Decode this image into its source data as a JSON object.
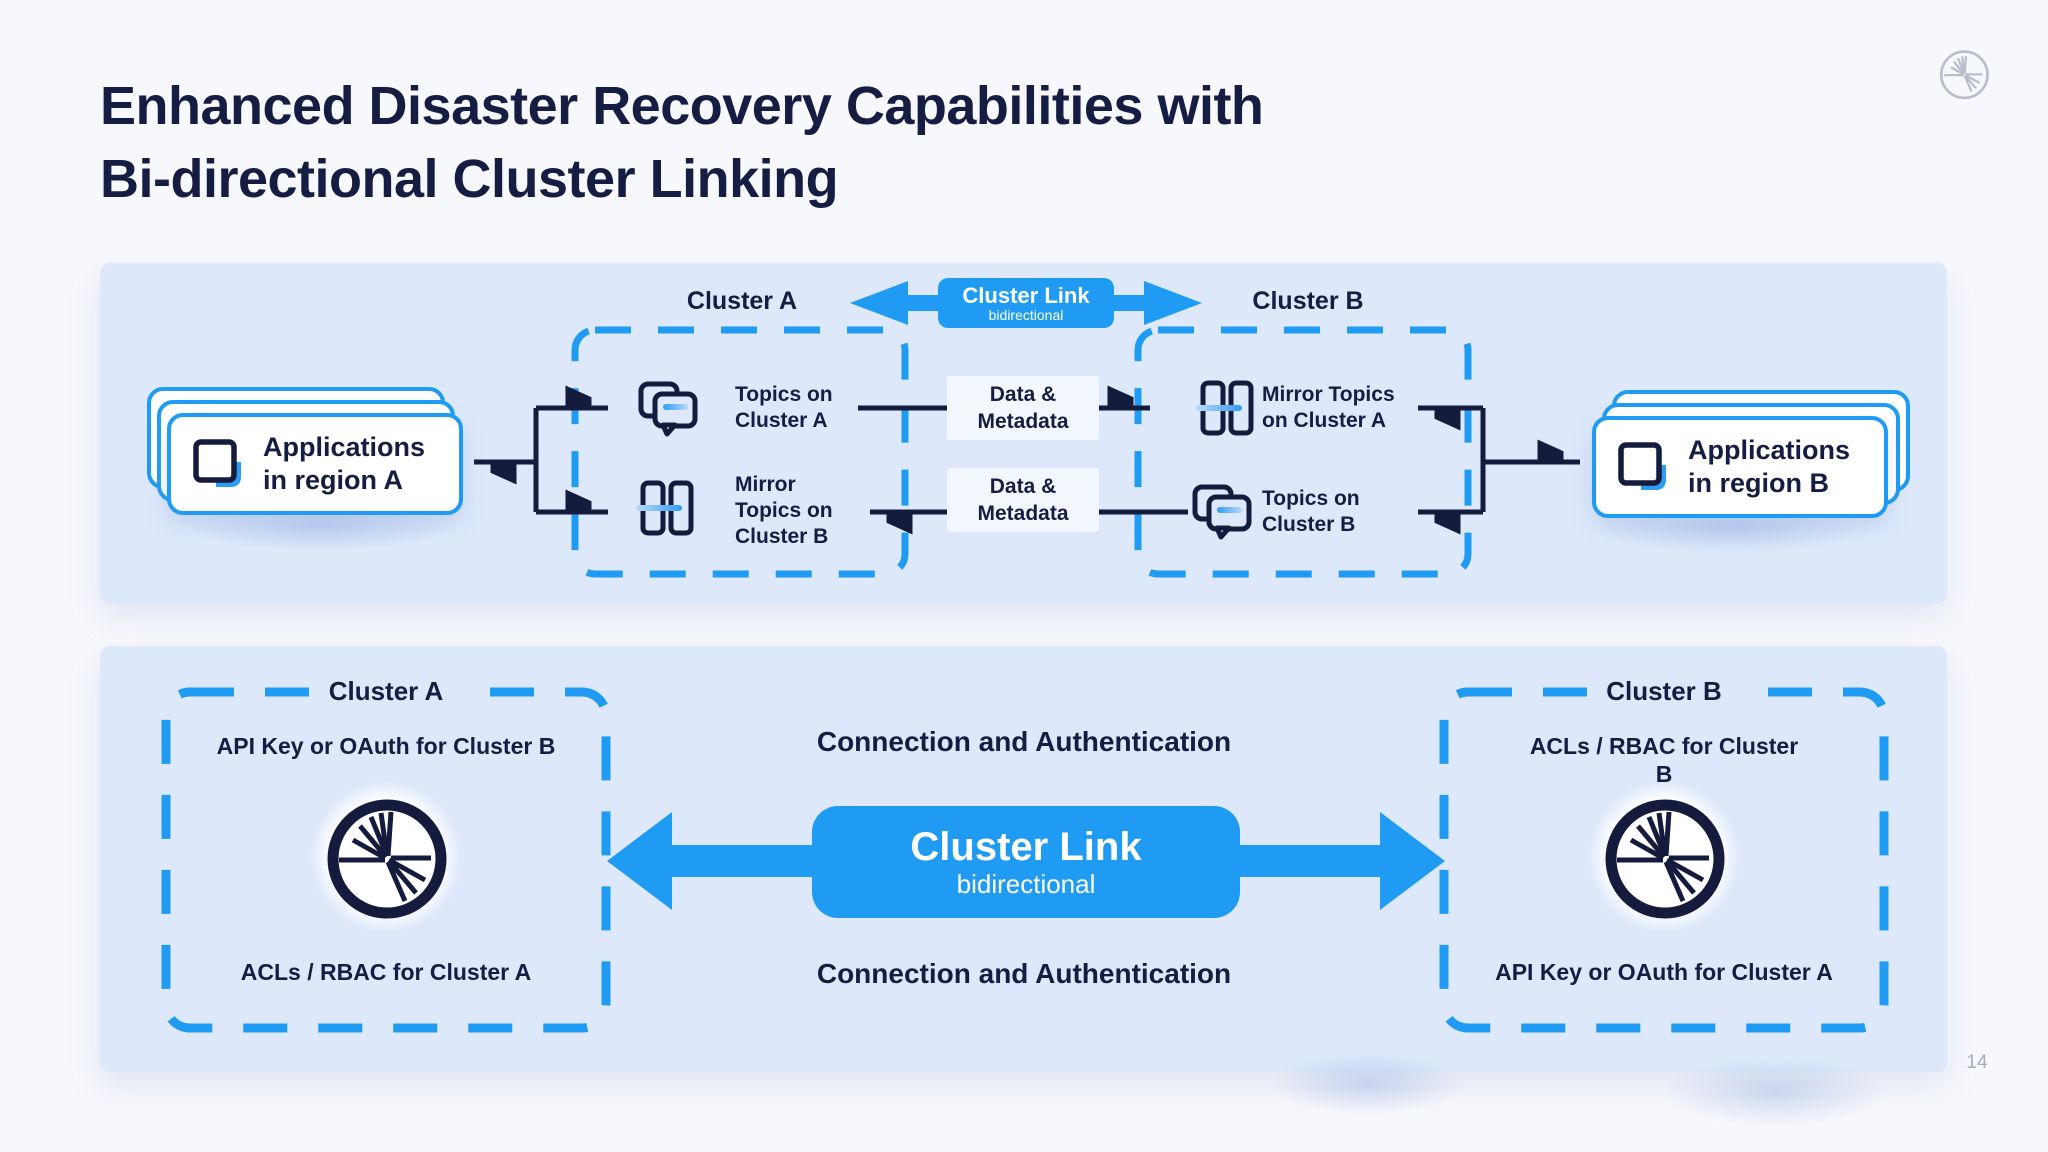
{
  "slide": {
    "title": "Enhanced Disaster Recovery Capabilities with\nBi-directional Cluster Linking",
    "page_number": "14"
  },
  "colors": {
    "accent_blue": "#1f9bf3",
    "navy": "#161d42",
    "panel_background": "#dde8fa",
    "page_background": "#f7f8fc"
  },
  "top_diagram": {
    "cluster_a": {
      "label": "Cluster A",
      "topics": "Topics on\nCluster A",
      "mirror_topics": "Mirror\nTopics on\nCluster B"
    },
    "cluster_b": {
      "label": "Cluster B",
      "mirror_topics": "Mirror Topics\non Cluster A",
      "topics": "Topics on\nCluster B"
    },
    "link_badge": {
      "title": "Cluster Link",
      "subtitle": "bidirectional"
    },
    "applications_a": "Applications\nin region A",
    "applications_b": "Applications\nin region B",
    "data_metadata": "Data &\nMetadata"
  },
  "bottom_diagram": {
    "connection_auth": "Connection and Authentication",
    "link_badge": {
      "title": "Cluster Link",
      "subtitle": "bidirectional"
    },
    "cluster_a": {
      "label": "Cluster A",
      "top_text": "API Key or OAuth for Cluster B",
      "bottom_text": "ACLs / RBAC for Cluster A"
    },
    "cluster_b": {
      "label": "Cluster B",
      "top_text": "ACLs / RBAC for Cluster\nB",
      "bottom_text": "API Key or OAuth for Cluster A"
    }
  }
}
